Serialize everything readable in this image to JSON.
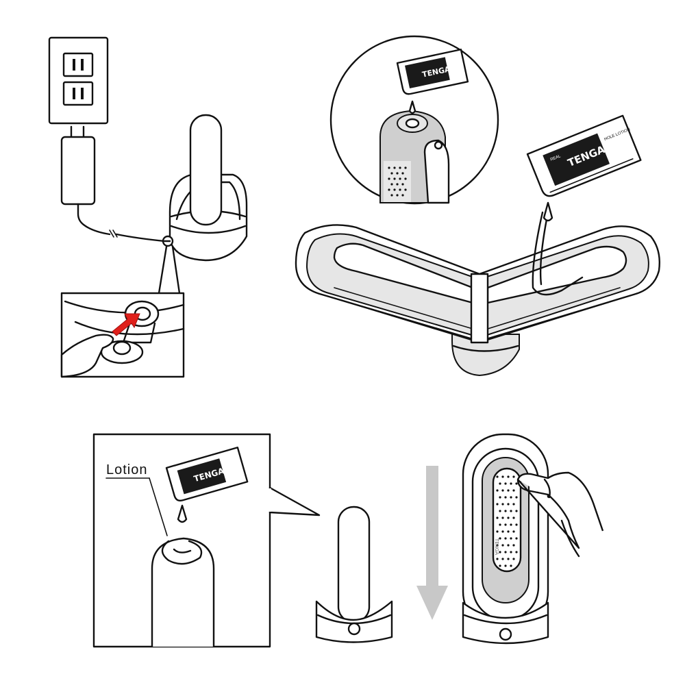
{
  "labels": {
    "lotion": "Lotion"
  },
  "packet": {
    "brand": "TENGA",
    "product": "HOLE LOTION",
    "code": "REAL"
  },
  "device": {
    "brand": "TENGA"
  },
  "colors": {
    "ink": "#111111",
    "accent_arrow": "#e0201b",
    "grey_fill": "#cfcfcf",
    "light_fill": "#e6e6e6",
    "drop_arrow": "#c8c8c8"
  },
  "icons": [
    "wall-outlet-icon",
    "power-adapter-icon",
    "red-arrow-icon",
    "lotion-packet-icon",
    "lotion-drop-icon",
    "down-arrow-icon",
    "hand-icon"
  ]
}
